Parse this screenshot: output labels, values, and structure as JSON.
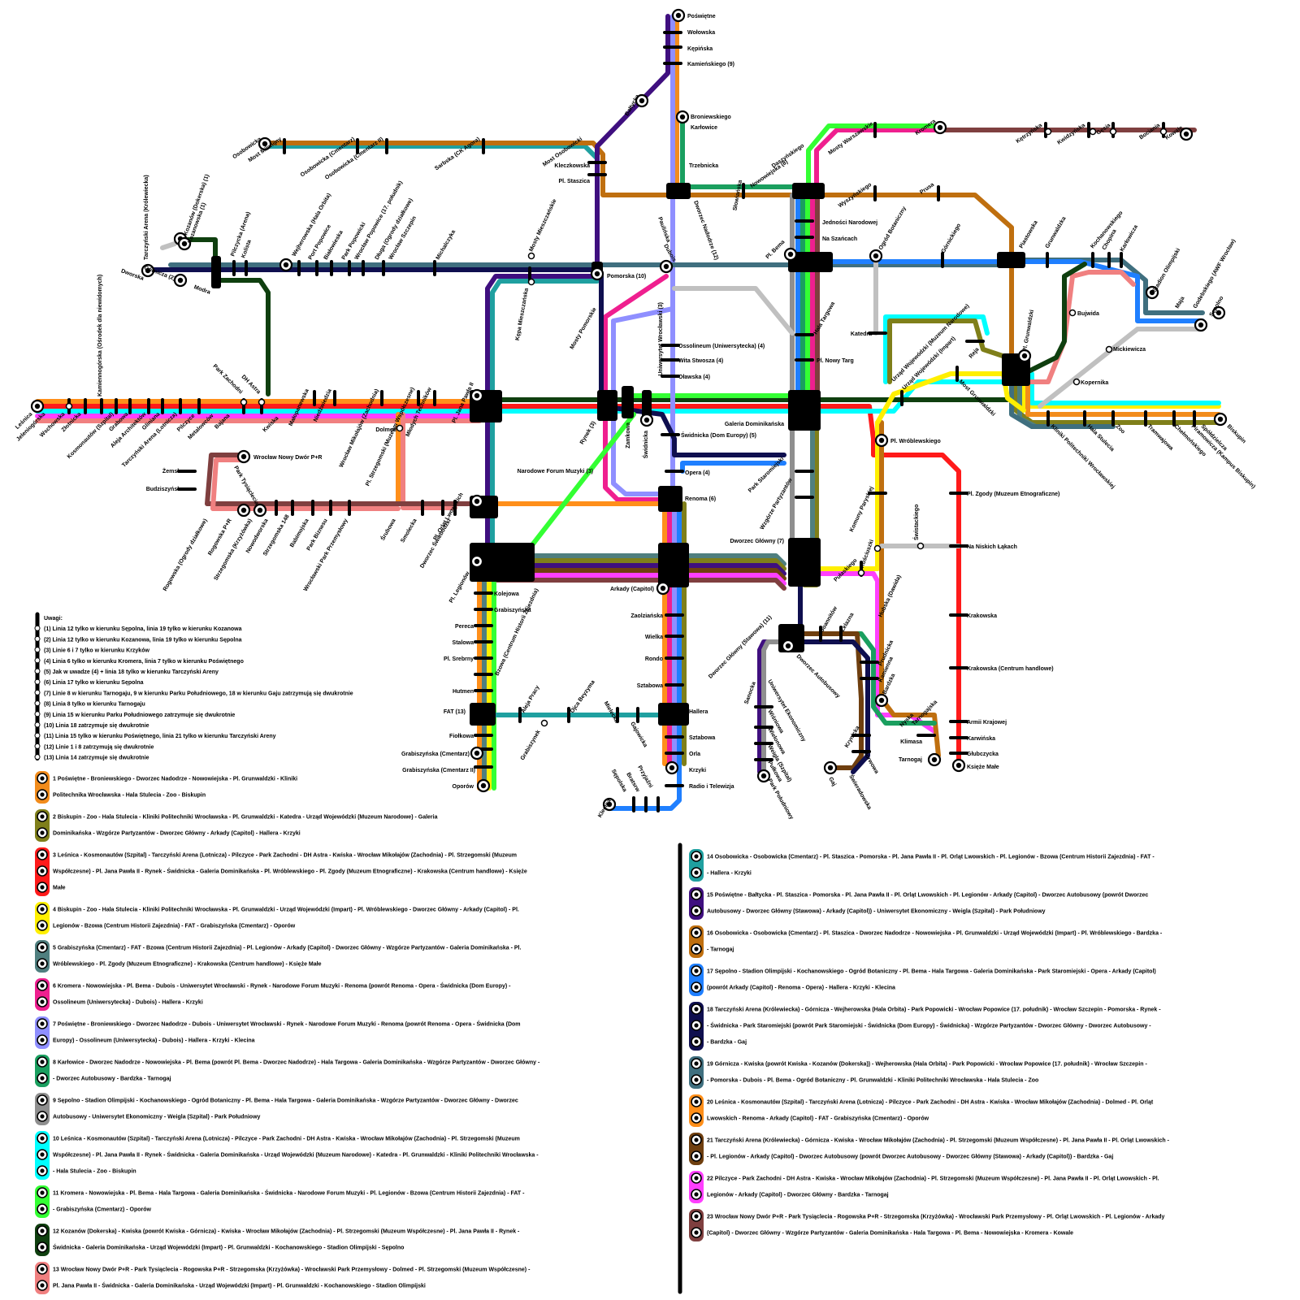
{
  "colors": {
    "l1": "#f28c1c",
    "l2": "#7f7f1a",
    "l3": "#ff1a1a",
    "l4": "#ffef00",
    "l5": "#4f7f7f",
    "l6": "#ef1f8f",
    "l7": "#8f8fff",
    "l8": "#1a9f5f",
    "l9": "#8f8f8f",
    "l10": "#00ffff",
    "l11": "#33ff33",
    "l12": "#0f3f0f",
    "l13": "#f08080",
    "l14": "#1fa0a0",
    "l15": "#3f0f7f",
    "l16": "#bf6f0f",
    "l17": "#1f7fff",
    "l18": "#0f0f4f",
    "l19": "#3f6f7f",
    "l20": "#ff8f1a",
    "l21": "#6f3f0f",
    "l22": "#ff3fff",
    "l23": "#7f3f3f",
    "gray": "#c0c0c0",
    "hub": "#000000"
  },
  "stations": {
    "poswietne": "Poświętne",
    "wolowska": "Wołowska",
    "kepinska": "Kępińska",
    "kamienskiego": "Kamieńskiego (9)",
    "baltycka": "Bałtycka",
    "broniewskiego": "Broniewskiego",
    "karlowice": "Karłowice",
    "mosty_warszawskie": "Mosty Warszawskie",
    "kromera": "Kromera",
    "ketrzynska": "Kętrzyńska",
    "kwidzynska": "Kwidzyńska",
    "gesia": "Gęsia",
    "bocianla": "Bociania",
    "kowale": "Kowale",
    "osobowicka": "Osobowicka",
    "most_milenijny": "Most Milenijny",
    "osobowicka_cm": "Osobowicka (Cmentarz)",
    "osobowicka_cm2": "Osobowicka (Cmentarz II)",
    "sarbska": "Sarbska (CK Agora)",
    "most_osobowicki": "Most Osobowicki",
    "kleczkowska": "Kleczkowska",
    "pl_staszica": "Pl. Staszica",
    "trzebnicka": "Trzebnicka",
    "slowianska": "Słowiańska",
    "daszynskiego": "Daszyńskiego",
    "nowowiejska": "Nowowiejska (8)",
    "wyszynskiego": "Wyszyńskiego",
    "pruszyn": "Prusa",
    "dworzec_nadodrze": "Dworzec Nadodrze (12)",
    "jednosci": "Jedności Narodowej",
    "na_szancach": "Na Szańcach",
    "paulinska": "Paulińska",
    "tarczynski_kro": "Tarczyński Arena (Królewiecka)",
    "kozanow_dok": "Kozanów (Dokerska) (1)",
    "kozanowska": "Kozanowska (1)",
    "dworska": "Dworska",
    "gornicza": "Górnicza (2)",
    "modra": "Modra",
    "pilczycka": "Pilczycka (Arena)",
    "kolista": "Kolista",
    "wejherowska": "Wejherowska (Hala Orbita)",
    "port_popowice": "Port Popowice",
    "bialowieska": "Białowieska",
    "park_popowicki": "Park Popowicki",
    "wroclaw_popowice": "Wrocław Popowice (17. południk)",
    "dluga": "Długa (Ogrody działkowe)",
    "wroclaw_szczepin": "Wrocław Szczepin",
    "michalczyka": "Michalczyka",
    "mosty_mieszczanskie": "Mosty Mieszczańskie",
    "dubois": "Dubois",
    "pomorska": "Pomorska (10)",
    "pl_bema": "Pl. Bema",
    "ogrod_botaniczny": "Ogród Botaniczny",
    "gorniczy": "Górnickiego",
    "piastowska": "Piastowska",
    "grunwaldzka": "Grunwaldzka",
    "kochanowskiego": "Kochanowskiego",
    "chopina": "Chopina",
    "karlowicza": "Karłowicza",
    "stadion_olimpijski": "Stadion Olimpijski",
    "maja": "Maja",
    "godebskiego": "Godebskiego (AWF Wrocław)",
    "sepolno": "Sępolno",
    "bujwida": "Bujwida",
    "mickiewicza": "Mickiewicza",
    "kopernika": "Kopernika",
    "kepa_mieszczanska": "Kępa Mieszczańska",
    "mosty_pomorskie": "Mosty Pomorskie",
    "uniwersytet_wr": "Uniwersytet Wrocławski (3)",
    "ossolineum": "Ossolineum (Uniwersytecka) (4)",
    "wita_stwosza": "Wita Stwosza (4)",
    "olawska": "Oławska (4)",
    "hala_targowa": "Hala Targowa",
    "pl_nowy_targ": "Pl. Nowy Targ",
    "katedra": "Katedra",
    "urzad_woj_muzeum": "Urząd Wojewódzki (Muzeum Narodowe)",
    "urzad_woj_impart": "Urząd Wojewódzki (Impart)",
    "reja": "Reja",
    "pl_grunwaldzki": "Pl. Grunwaldzki",
    "most_grunwaldzki": "Most Grunwaldzki",
    "lesnica": "Leśnica",
    "jelenioorska": "Jeleniogórska",
    "wschowska": "Wschowska",
    "zlotnicka": "Złotnicka",
    "kamiennogorska": "Kamiennogórska (Ośrodek dla niewidomych)",
    "kosmonautow": "Kosmonautów (Szpital)",
    "grabowa": "Grabowa",
    "aleja_architektow": "Aleja Architektów",
    "glinianka": "Gliniana",
    "tarczynski_lot": "Tarczyński Arena (Lotnicza)",
    "pilczyce": "Pilczyce",
    "metalowcow": "Metalowców",
    "bajana": "Bajana",
    "park_zachodni": "Park Zachodni",
    "dh_astra": "DH Astra",
    "kwiska": "Kwiska",
    "malopanewska": "Małopanewska",
    "niedzwiedzia": "Niedźwiedzia",
    "wroclaw_mikolajow": "Wrocław Mikołajów (Zachodnia)",
    "pl_strzegomski": "Pl. Strzegomski (Muzeum Współczesne)",
    "mlynska": "Młodych Techników",
    "pl_jana_pawla": "Pl. Jana Pawła II",
    "dolmed": "Dolmed",
    "rynek": "Rynek (3)",
    "zamkowa": "Zamkowa",
    "swidnicka": "Świdnicka",
    "galeria_dominikanska": "Galeria Dominikańska",
    "pl_wroblewskiego": "Pl. Wróblewskiego",
    "biskupin": "Biskupin",
    "spoldzielcza": "Spółdzielcza",
    "piramowicza": "Piramowicza (Kampus Biskupin)",
    "chelmonskiego": "Chełmońskiego",
    "tramwajowa": "Tramwajowa",
    "zoo": "Zoo",
    "hala_stulecia": "Hala Stulecia",
    "kliniki": "Kliniki Politechniki Wrocławskiej",
    "wroclaw_nowy_dwor": "Wrocław Nowy Dwór P+R",
    "park_tysiaclecia": "Park Tysiąclecia",
    "zemska": "Żemska",
    "budziszynska": "Budziszyńska",
    "rogowska_dz": "Rogowska (Ogrody działkowe)",
    "rogowska_pr": "Rogowska P+R",
    "strzegomska": "Strzegomska (Krzyżówka)",
    "nowodworska": "Nowodworska",
    "strzegomska148": "Strzegomska 148",
    "babimojska": "Babimojska",
    "park_biznesu": "Park Biznesu",
    "wroclawski_park": "Wrocławski Park Przemysłowy",
    "srubowa": "Śrubowa",
    "smolecka": "Smolecka",
    "dworzec_swiebodzki": "Dworzec Świebodzki",
    "pl_orlat": "Pl. Orląt Lwowskich",
    "narodowe_forum": "Narodowe Forum Muzyki (3)",
    "swidnicka_de": "Świdnicka (Dom Europy) (5)",
    "opera": "Opera (4)",
    "renoma": "Renoma (6)",
    "park_staromiejski": "Park Staromiejski",
    "wzgorze": "Wzgórze Partyzantów",
    "komuny_paryskiej": "Komuny Paryskiej",
    "pl_zgody": "Pl. Zgody (Muzeum Etnograficzne)",
    "kosciuszki": "Kościuszki",
    "swietokrzyskiego": "Świstackiego",
    "na_niskich": "Na Niskich Łąkach",
    "pulaskiego": "Pułaskiego",
    "dworzec_glowny": "Dworzec Główny (7)",
    "pl_legionow": "Pl. Legionów",
    "arkady": "Arkady (Capitol)",
    "kolejowa": "Kolejowa",
    "grabiszynska": "Grabiszyńska",
    "pereca": "Pereca",
    "stalowa": "Stalowa",
    "pl_srebrny": "Pl. Srebrny",
    "bzowa": "Bzowa (Centrum Historii Zajezdnia)",
    "hutmen": "Hutmen",
    "fat": "FAT (13)",
    "fiolkowa": "Fiołkowa",
    "grabiszynska_cm": "Grabiszyńska (Cmentarz)",
    "grabiszynska_cm2": "Grabiszyńska (Cmentarz II)",
    "oporow": "Oporów",
    "aleja_pracy": "Aleja Pracy",
    "ojca_beyzyma": "Ojca Beyzyma",
    "grabiszynek": "Grabiszynek",
    "mielecka": "Mielecka",
    "gajowicka": "Gajowicka",
    "zaolzianska": "Zaolziańska",
    "wielka": "Wielka",
    "rondo": "Rondo",
    "sztabowa": "Sztabowa",
    "hallera": "Hallera",
    "sztabowa2": "Sztabowa",
    "orla": "Orla",
    "krzyki": "Krzyki",
    "radio": "Radio i Telewizja",
    "klecina": "Klecina",
    "sepolska": "Sępolska",
    "bratsrw": "Bratsrw",
    "przyjazni": "Przyjaźni",
    "dworzec_glowny_st": "Dworzec Główny (Stawowa) (11)",
    "dworzec_autobusowy": "Dworzec Autobusowy",
    "joannitow": "Joannitów",
    "zelazna": "Żelazna",
    "hubska": "Hubska (Dawida)",
    "prudnicka": "Prudnicka",
    "kamienna": "Kamienna",
    "bardzka": "Bardzka",
    "nyska": "Nyska",
    "tarnogajska": "Tarnogajska",
    "klimasa": "Klimasa",
    "tarnogaj": "Tarnogaj",
    "sanocka": "Sanocka",
    "uniwersytet_ek": "Uniwersytet Ekonomiczny",
    "wisniowa": "Wiśniowa",
    "wielonowa": "Wielonowa",
    "weigla": "Weigla (Szpital)",
    "pulkowa": "Pułkowa",
    "park_poludniowy": "Park Południowy",
    "krynicka": "Krynicka",
    "morwowa": "Morwowa",
    "swieradowska": "Świeradowska",
    "gaj": "Gaj",
    "krakowska": "Krakowska",
    "krakowska_ch": "Krakowska (Centrum handlowe)",
    "armii": "Armii Krajowej",
    "karwinska": "Karwińska",
    "glubczycka": "Głubczycka",
    "ksieze_male": "Księże Małe"
  },
  "notes": {
    "title": "Uwagi:",
    "items": [
      "(1) Linia 12 tylko w kierunku Sępolna, linia 19 tylko w kierunku Kozanowa",
      "(2) Linia 12 tylko w kierunku Kozanowa, linia 19 tylko w kierunku Sępolna",
      "(3) Linie 6 i 7 tylko w kierunku Krzyków",
      "(4) Linia 6 tylko w kierunku Kromera, linia 7 tylko w kierunku Poświętnego",
      "(5) Jak w uwadze (4) + linia 18 tylko w kierunku Tarczyński Areny",
      "(6) Linia 17 tylko w kierunku Sępolna",
      "(7) Linie 8 w kierunku Tarnogaju, 9 w kierunku Parku Południowego, 18 w kierunku Gaju zatrzymują się dwukrotnie",
      "(8) Linia 8 tylko w kierunku Tarnogaju",
      "(9) Linia 15 w kierunku Parku Południowego zatrzymuje się dwukrotnie",
      "(10) Linia 18 zatrzymuje się dwukrotnie",
      "(11) Linia 15 tylko w kierunku Poświętnego, linia 21 tylko w kierunku Tarczyński Areny",
      "(12) Linie 1 i 8 zatrzymują się dwukrotnie",
      "(13) Linia 14 zatrzymuje się dwukrotnie"
    ]
  },
  "legend_left": [
    {
      "line": "l1",
      "lines": [
        "1 Poświętne - Broniewskiego - Dworzec Nadodrze - Nowowiejska - Pl. Grunwaldzki - Kliniki",
        "Politechnika Wrocławska - Hala Stulecia - Zoo - Biskupin"
      ]
    },
    {
      "line": "l2",
      "lines": [
        "2 Biskupin - Zoo - Hala Stulecia - Kliniki Politechniki Wrocławska - Pl. Grunwaldzki - Katedra - Urząd Wojewódzki (Muzeum Narodowe) - Galeria",
        "Dominikańska - Wzgórze Partyzantów - Dworzec Główny - Arkady (Capitol) - Hallera - Krzyki"
      ]
    },
    {
      "line": "l3",
      "lines": [
        "3 Leśnica - Kosmonautów (Szpital) - Tarczyński Arena (Lotnicza) - Pilczyce - Park Zachodni - DH Astra - Kwiska - Wrocław Mikołajów (Zachodnia) - Pl. Strzegomski (Muzeum",
        "Współczesne) - Pl. Jana Pawła II - Rynek - Świdnicka - Galeria Dominikańska - Pl. Wróblewskiego - Pl. Zgody (Muzeum Etnograficzne) - Krakowska (Centrum handlowe) - Księże",
        "Małe"
      ]
    },
    {
      "line": "l4",
      "lines": [
        "4 Biskupin - Zoo - Hala Stulecia - Kliniki Politechniki Wrocławska - Pl. Grunwaldzki - Urząd Wojewódzki (Impart) - Pl. Wróblewskiego - Dworzec Główny - Arkady (Capitol) - Pl.",
        "Legionów - Bzowa (Centrum Historii Zajezdnia) - FAT - Grabiszyńska (Cmentarz) - Oporów"
      ]
    },
    {
      "line": "l5",
      "lines": [
        "5 Grabiszyńska (Cmentarz) - FAT - Bzowa (Centrum Historii Zajezdnia) - Pl. Legionów - Arkady (Capitol) - Dworzec Główny - Wzgórze Partyzantów - Galeria Dominikańska - Pl.",
        "Wróblewskiego - Pl. Zgody (Muzeum Etnograficzne) - Krakowska (Centrum handlowe) - Księże Małe"
      ]
    },
    {
      "line": "l6",
      "lines": [
        "6 Kromera - Nowowiejska - Pl. Bema - Dubois - Uniwersytet Wrocławski - Rynek - Narodowe Forum Muzyki - Renoma (powrót Renoma - Opera - Świdnicka (Dom Europy) -",
        "Ossolineum (Uniwersytecka) - Dubois) - Hallera - Krzyki"
      ]
    },
    {
      "line": "l7",
      "lines": [
        "7 Poświętne - Broniewskiego - Dworzec Nadodrze - Dubois - Uniwersytet Wrocławski - Rynek - Narodowe Forum Muzyki - Renoma (powrót Renoma - Opera - Świdnicka (Dom",
        "Europy) - Ossolineum (Uniwersytecka) - Dubois) - Hallera - Krzyki - Klecina"
      ]
    },
    {
      "line": "l8",
      "lines": [
        "8 Karłowice - Dworzec Nadodrze - Nowowiejska - Pl. Bema (powrót Pl. Bema - Dworzec Nadodrze) - Hala Targowa - Galeria Dominikańska - Wzgórze Partyzantów - Dworzec Główny -",
        "- Dworzec Autobusowy - Bardzka - Tarnogaj"
      ]
    },
    {
      "line": "l9",
      "lines": [
        "9 Sępolno - Stadion Olimpijski - Kochanowskiego - Ogród Botaniczny - Pl. Bema - Hala Targowa - Galeria Dominikańska - Wzgórze Partyzantów - Dworzec Główny - Dworzec",
        "Autobusowy - Uniwersytet Ekonomiczny - Weigla (Szpital) - Park Południowy"
      ]
    },
    {
      "line": "l10",
      "lines": [
        "10 Leśnica - Kosmonautów (Szpital) - Tarczyński Arena (Lotnicza) - Pilczyce - Park Zachodni - DH Astra - Kwiska - Wrocław Mikołajów (Zachodnia) - Pl. Strzegomski (Muzeum",
        "Współczesne) - Pl. Jana Pawła II - Rynek - Świdnicka - Galeria Dominikańska - Urząd Wojewódzki (Muzeum Narodowe) - Katedra - Pl. Grunwaldzki - Kliniki Politechniki Wrocławska -",
        "- Hala Stulecia - Zoo - Biskupin"
      ]
    },
    {
      "line": "l11",
      "lines": [
        "11 Kromera - Nowowiejska - Pl. Bema - Hala Targowa - Galeria Dominikańska - Świdnicka - Narodowe Forum Muzyki - Pl. Legionów - Bzowa (Centrum Historii Zajezdnia) - FAT -",
        "- Grabiszyńska (Cmentarz) - Oporów"
      ]
    },
    {
      "line": "l12",
      "lines": [
        "12 Kozanów (Dokerska) - Kwiska (powrót Kwiska - Górnicza) - Kwiska - Wrocław Mikołajów (Zachodnia) - Pl. Strzegomski (Muzeum Współczesne) - Pl. Jana Pawła II - Rynek -",
        "Świdnicka - Galeria Dominikańska - Urząd Wojewódzki (Impart) - Pl. Grunwaldzki - Kochanowskiego - Stadion Olimpijski - Sępolno"
      ]
    },
    {
      "line": "l13",
      "lines": [
        "13 Wrocław Nowy Dwór P+R - Park Tysiąclecia - Rogowska P+R - Strzegomska (Krzyżówka) - Wrocławski Park Przemysłowy - Dolmed - Pl. Strzegomski (Muzeum Współczesne) -",
        "Pl. Jana Pawła II - Świdnicka - Galeria Dominikańska - Urząd Wojewódzki (Impart) - Pl. Grunwaldzki - Kochanowskiego - Stadion Olimpijski"
      ]
    }
  ],
  "legend_right": [
    {
      "line": "l14",
      "lines": [
        "14 Osobowicka - Osobowicka (Cmentarz) - Pl. Staszica - Pomorska - Pl. Jana Pawła II - Pl. Orląt Lwowskich - Pl. Legionów - Bzowa (Centrum Historii Zajezdnia) - FAT -",
        "- Hallera - Krzyki"
      ]
    },
    {
      "line": "l15",
      "lines": [
        "15 Poświętne - Bałtycka - Pl. Staszica - Pomorska - Pl. Jana Pawła II - Pl. Orląt Lwowskich - Pl. Legionów - Arkady (Capitol) - Dworzec Autobusowy (powrót Dworzec",
        "Autobusowy - Dworzec Główny (Stawowa) - Arkady (Capitol)) - Uniwersytet Ekonomiczny - Weigla (Szpital) - Park Południowy"
      ]
    },
    {
      "line": "l16",
      "lines": [
        "16 Osobowicka - Osobowicka (Cmentarz) - Pl. Staszica - Dworzec Nadodrze - Nowowiejska - Pl. Grunwaldzki - Urząd Wojewódzki (Impart) - Pl. Wróblewskiego - Bardzka -",
        "- Tarnogaj"
      ]
    },
    {
      "line": "l17",
      "lines": [
        "17 Sępolno - Stadion Olimpijski - Kochanowskiego - Ogród Botaniczny - Pl. Bema - Hala Targowa - Galeria Dominikańska - Park Staromiejski - Opera - Arkady (Capitol)",
        "(powrót Arkady (Capitol) - Renoma - Opera) - Hallera - Krzyki - Klecina"
      ]
    },
    {
      "line": "l18",
      "lines": [
        "18 Tarczyński Arena (Królewiecka) - Górnicza - Wejherowska (Hala Orbita) - Park Popowicki - Wrocław Popowice (17. południk) - Wrocław Szczepin - Pomorska - Rynek -",
        "- Świdnicka - Park Staromiejski (powrót Park Staromiejski - Świdnicka (Dom Europy) - Świdnicka) - Wzgórze Partyzantów - Dworzec Główny - Dworzec Autobusowy -",
        "- Bardzka - Gaj"
      ]
    },
    {
      "line": "l19",
      "lines": [
        "19 Górnicza - Kwiska (powrót Kwiska - Kozanów (Dokerska)) - Wejherowska (Hala Orbita) - Park Popowicki - Wrocław Popowice (17. południk) - Wrocław Szczepin -",
        "- Pomorska - Dubois - Pl. Bema - Ogród Botaniczny - Pl. Grunwaldzki - Kliniki Politechniki Wrocławska - Hala Stulecia - Zoo"
      ]
    },
    {
      "line": "l20",
      "lines": [
        "20 Leśnica - Kosmonautów (Szpital) - Tarczyński Arena (Lotnicza) - Pilczyce - Park Zachodni - DH Astra - Kwiska - Wrocław Mikołajów (Zachodnia) - Dolmed - Pl. Orląt",
        "Lwowskich - Renoma - Arkady (Capitol) - FAT - Grabiszyńska (Cmentarz) - Oporów"
      ]
    },
    {
      "line": "l21",
      "lines": [
        "21 Tarczyński Arena (Królewiecka) - Górnicza - Kwiska - Wrocław Mikołajów (Zachodnia) - Pl. Strzegomski (Muzeum Współczesne) - Pl. Jana Pawła II - Pl. Orląt Lwowskich -",
        "- Pl. Legionów - Arkady (Capitol) - Dworzec Autobusowy (powrót Dworzec Autobusowy - Dworzec Główny (Stawowa) - Arkady (Capitol)) - Bardzka - Gaj"
      ]
    },
    {
      "line": "l22",
      "lines": [
        "22 Pilczyce - Park Zachodni - DH Astra - Kwiska - Wrocław Mikołajów (Zachodnia) - Pl. Strzegomski (Muzeum Współczesne) - Pl. Jana Pawła II - Pl. Orląt Lwowskich - Pl.",
        "Legionów - Arkady (Capitol) - Dworzec Główny - Bardzka - Tarnogaj"
      ]
    },
    {
      "line": "l23",
      "lines": [
        "23 Wrocław Nowy Dwór P+R - Park Tysiąclecia - Rogowska P+R - Strzegomska (Krzyżówka) - Wrocławski Park Przemysłowy - Pl. Orląt Lwowskich - Pl. Legionów - Arkady",
        "(Capitol) - Dworzec Główny - Wzgórze Partyzantów - Galeria Dominikańska - Hala Targowa - Pl. Bema - Nowowiejska - Kromera - Kowale"
      ]
    }
  ]
}
